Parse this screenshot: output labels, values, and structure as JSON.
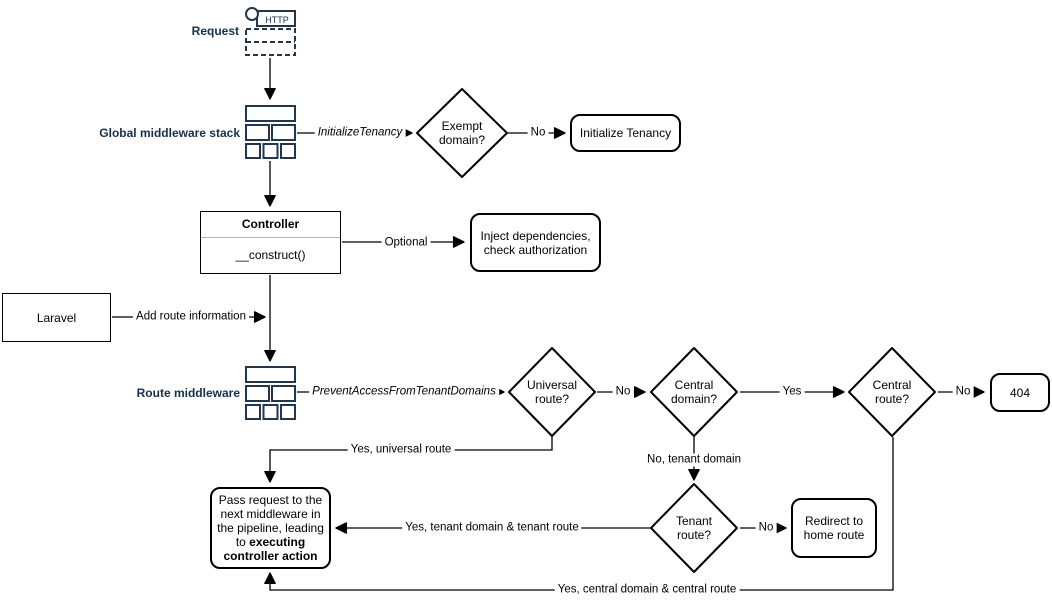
{
  "colors": {
    "icon_stroke": "#22374e",
    "side_label_text": "#17304a",
    "line": "#000000",
    "node_border": "#000000",
    "background": "#ffffff",
    "controller_divider": "#b3b3b3"
  },
  "icons": {
    "request_http": "HTTP"
  },
  "nodes": {
    "request_label": "Request",
    "global_middleware_label": "Global middleware stack",
    "route_middleware_label": "Route middleware",
    "exempt_domain": "Exempt domain?",
    "initialize_tenancy": "Initialize Tenancy",
    "controller_title": "Controller",
    "controller_method": "__construct()",
    "inject_dependencies": "Inject dependencies, check authorization",
    "laravel": "Laravel",
    "universal_route": "Universal route?",
    "central_domain": "Central domain?",
    "central_route": "Central route?",
    "not_found": "404",
    "tenant_route": "Tenant route?",
    "redirect_home": "Redirect to home route",
    "pass_request_normal": "Pass request to the next middleware in the pipeline, leading to ",
    "pass_request_bold": "executing controller action"
  },
  "edges": {
    "initialize_tenancy_middleware": "InitializeTenancy",
    "exempt_no": "No",
    "optional": "Optional",
    "add_route_information": "Add route information",
    "prevent_access_middleware": "PreventAccessFromTenantDomains",
    "universal_no": "No",
    "central_domain_yes": "Yes",
    "central_route_no": "No",
    "yes_universal_route": "Yes, universal route",
    "no_tenant_domain": "No, tenant domain",
    "tenant_route_no": "No",
    "yes_tenant_domain_route": "Yes, tenant domain & tenant route",
    "yes_central_domain_route": "Yes, central domain & central route"
  }
}
